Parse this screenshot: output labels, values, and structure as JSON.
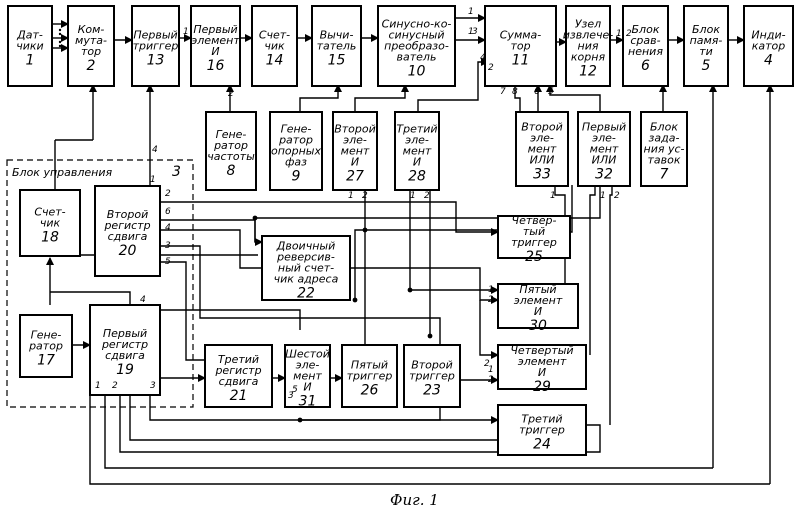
{
  "blocks": [
    {
      "id": "b1",
      "lines": [
        "Дат-",
        "чики"
      ],
      "num": "1"
    },
    {
      "id": "b2",
      "lines": [
        "Ком-",
        "мута-",
        "тор"
      ],
      "num": "2"
    },
    {
      "id": "b13",
      "lines": [
        "Первый",
        "триггер"
      ],
      "num": "13"
    },
    {
      "id": "b16",
      "lines": [
        "Первый",
        "элемент",
        "И"
      ],
      "num": "16"
    },
    {
      "id": "b14",
      "lines": [
        "Счет-",
        "чик"
      ],
      "num": "14"
    },
    {
      "id": "b15",
      "lines": [
        "Вычи-",
        "татель"
      ],
      "num": "15"
    },
    {
      "id": "b10",
      "lines": [
        "Синусно-ко-",
        "синусный",
        "преобразо-",
        "ватель"
      ],
      "num": "10"
    },
    {
      "id": "b11",
      "lines": [
        "Сумма-",
        "тор"
      ],
      "num": "11"
    },
    {
      "id": "b12",
      "lines": [
        "Узел",
        "извлече-",
        "ния",
        "корня"
      ],
      "num": "12"
    },
    {
      "id": "b6",
      "lines": [
        "Блок",
        "срав-",
        "нения"
      ],
      "num": "6"
    },
    {
      "id": "b5",
      "lines": [
        "Блок",
        "памя-",
        "ти"
      ],
      "num": "5"
    },
    {
      "id": "b4",
      "lines": [
        "Инди-",
        "катор"
      ],
      "num": "4"
    },
    {
      "id": "b8",
      "lines": [
        "Гене-",
        "ратор",
        "частоты"
      ],
      "num": "8"
    },
    {
      "id": "b9",
      "lines": [
        "Гене-",
        "ратор",
        "опорных",
        "фаз"
      ],
      "num": "9"
    },
    {
      "id": "b27",
      "lines": [
        "Второй",
        "эле-",
        "мент",
        "И"
      ],
      "num": "27"
    },
    {
      "id": "b28",
      "lines": [
        "Третий",
        "эле-",
        "мент",
        "И"
      ],
      "num": "28"
    },
    {
      "id": "b33",
      "lines": [
        "Второй",
        "эле-",
        "мент",
        "ИЛИ"
      ],
      "num": "33"
    },
    {
      "id": "b32",
      "lines": [
        "Первый",
        "эле-",
        "мент",
        "ИЛИ"
      ],
      "num": "32"
    },
    {
      "id": "b7",
      "lines": [
        "Блок",
        "зада-",
        "ния ус-",
        "тавок"
      ],
      "num": "7"
    },
    {
      "id": "b18",
      "lines": [
        "Счет-",
        "чик"
      ],
      "num": "18"
    },
    {
      "id": "b20",
      "lines": [
        "Второй",
        "регистр",
        "сдвига"
      ],
      "num": "20"
    },
    {
      "id": "b22",
      "lines": [
        "Двоичный",
        "реверсив-",
        "ный счет-",
        "чик адреса"
      ],
      "num": "22"
    },
    {
      "id": "b25",
      "lines": [
        "Четвер-",
        "тый",
        "триггер"
      ],
      "num": "25"
    },
    {
      "id": "b30",
      "lines": [
        "Пятый",
        "элемент",
        "И"
      ],
      "num": "30"
    },
    {
      "id": "b17",
      "lines": [
        "Гене-",
        "ратор"
      ],
      "num": "17"
    },
    {
      "id": "b19",
      "lines": [
        "Первый",
        "регистр",
        "сдвига"
      ],
      "num": "19"
    },
    {
      "id": "b21",
      "lines": [
        "Третий",
        "регистр",
        "сдвига"
      ],
      "num": "21"
    },
    {
      "id": "b31",
      "lines": [
        "Шестой",
        "эле-",
        "мент",
        "И"
      ],
      "num": "31"
    },
    {
      "id": "b26",
      "lines": [
        "Пятый",
        "триггер"
      ],
      "num": "26"
    },
    {
      "id": "b23",
      "lines": [
        "Второй",
        "триггер"
      ],
      "num": "23"
    },
    {
      "id": "b29",
      "lines": [
        "Четвертый",
        "элемент",
        "И"
      ],
      "num": "29"
    },
    {
      "id": "b24",
      "lines": [
        "Третий",
        "триггер"
      ],
      "num": "24"
    }
  ],
  "control_unit": {
    "label": "Блок   управления",
    "num": "3"
  },
  "pins": [
    "1",
    "1",
    "1",
    "2",
    "3",
    "4",
    "1",
    "2",
    "7",
    "8",
    "6",
    "5",
    "2",
    "4",
    "1",
    "2",
    "1",
    "2",
    "1",
    "2",
    "1",
    "6",
    "4",
    "3",
    "5",
    "4",
    "1",
    "2",
    "3",
    "5",
    "2",
    "1",
    "2",
    "1",
    "2",
    "1",
    "2",
    "3"
  ],
  "caption": "Фиг. 1"
}
